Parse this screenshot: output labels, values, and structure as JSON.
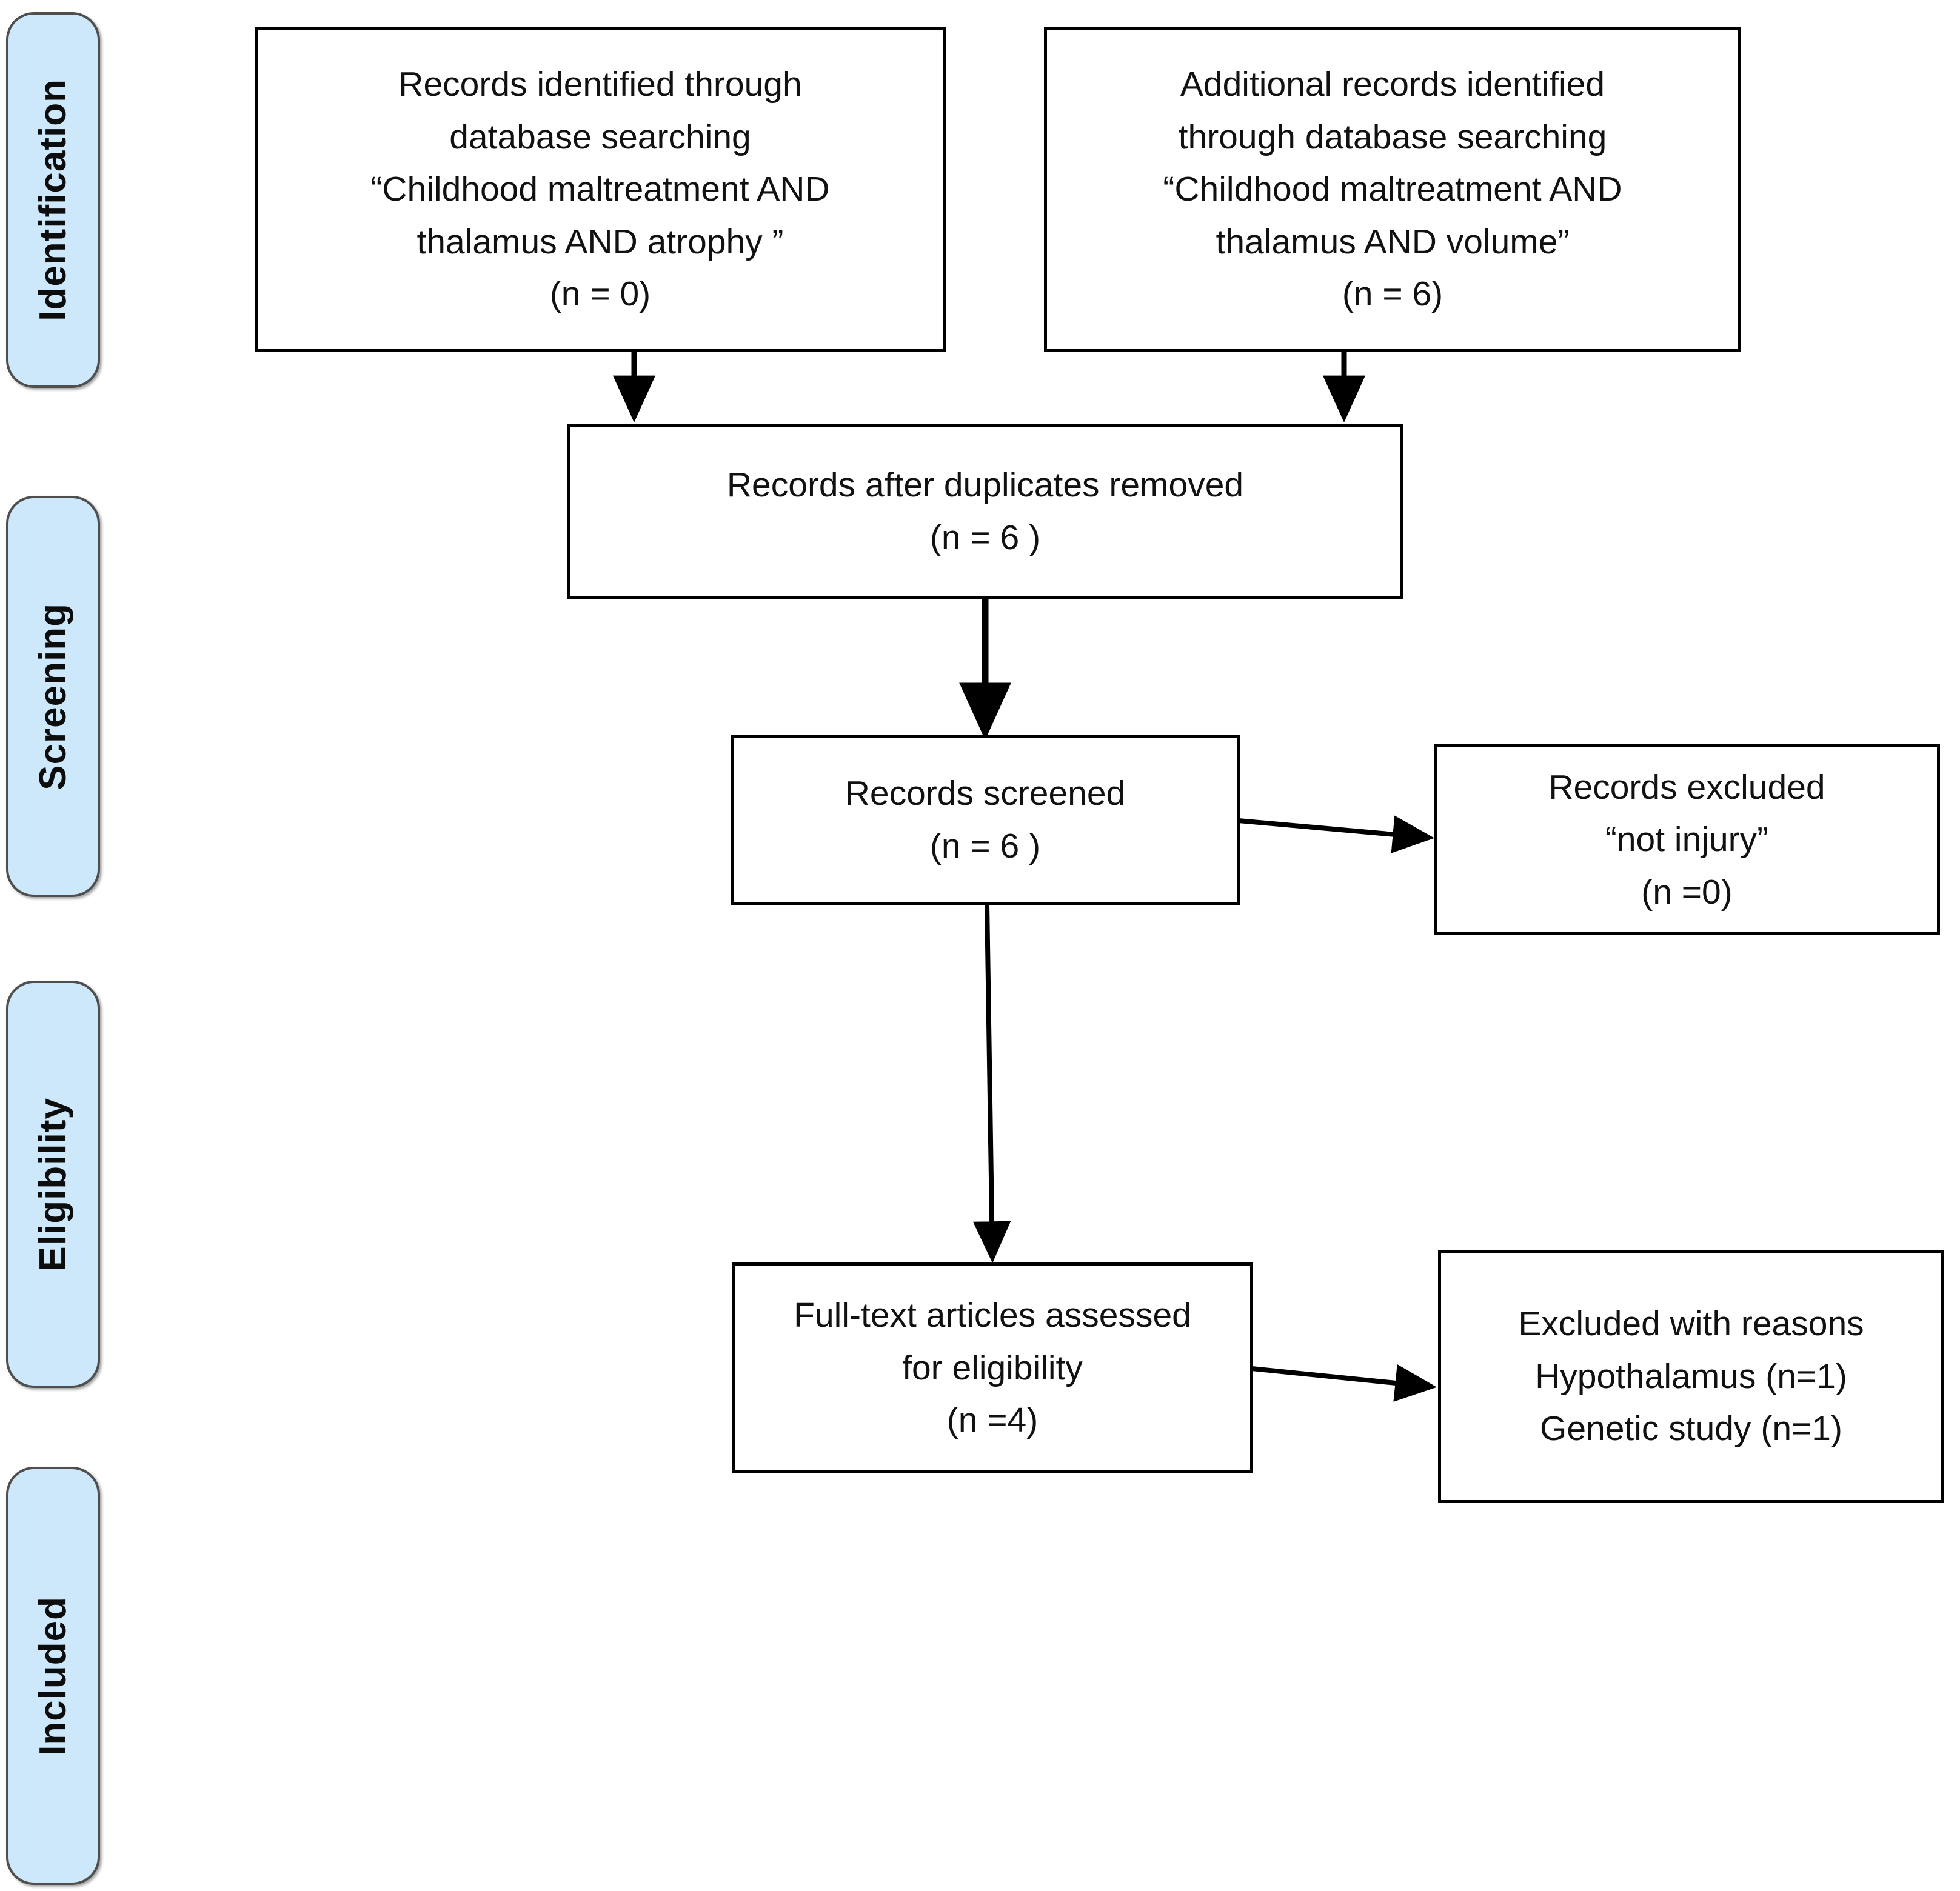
{
  "diagram": {
    "title": "PRISMA flow diagram",
    "accent_color": "#cce8fa",
    "border_color": "#000000",
    "phase_border_color": "#4f4f4f"
  },
  "phases": [
    {
      "label": "Identification"
    },
    {
      "label": "Screening"
    },
    {
      "label": "Eligibility"
    },
    {
      "label": "Included"
    }
  ],
  "boxes": {
    "records_identified": {
      "lines": [
        "Records identified through",
        "database searching",
        "“Childhood maltreatment AND",
        "thalamus AND atrophy ”",
        "(n = 0)"
      ]
    },
    "additional_records": {
      "lines": [
        "Additional records identified",
        "through database searching",
        "“Childhood maltreatment AND",
        "thalamus AND volume”",
        "(n = 6)"
      ]
    },
    "duplicates_removed": {
      "lines": [
        "Records after duplicates removed",
        "(n = 6 )"
      ]
    },
    "records_screened": {
      "lines": [
        "Records screened",
        "(n =  6 )"
      ]
    },
    "records_excluded": {
      "lines": [
        "Records excluded",
        "“not injury”",
        "(n =0)"
      ]
    },
    "fulltext_assessed": {
      "lines": [
        "Full-text articles assessed",
        "for eligibility",
        "(n =4)"
      ]
    },
    "excluded_with_reasons": {
      "lines": [
        "Excluded with reasons",
        "Hypothalamus (n=1)",
        "Genetic study (n=1)"
      ]
    }
  },
  "connectors": [
    {
      "name": "identified-to-duplicates",
      "kind": "arrow-down"
    },
    {
      "name": "additional-to-duplicates",
      "kind": "arrow-down"
    },
    {
      "name": "duplicates-to-screened",
      "kind": "arrow-down"
    },
    {
      "name": "screened-to-excluded",
      "kind": "arrow-right"
    },
    {
      "name": "screened-to-fulltext",
      "kind": "arrow-down"
    },
    {
      "name": "fulltext-to-excluded-reasons",
      "kind": "arrow-right"
    }
  ]
}
